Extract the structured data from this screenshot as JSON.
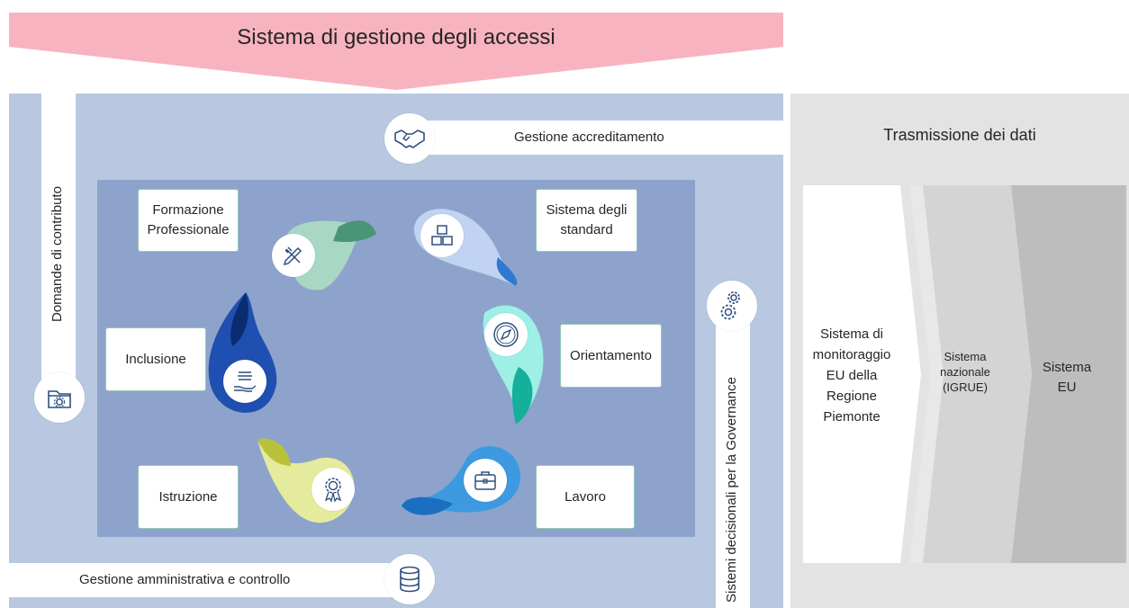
{
  "banner": {
    "title": "Sistema di gestione degli accessi"
  },
  "strips": {
    "accreditamento": "Gestione accreditamento",
    "amministrativa": "Gestione amministrativa e controllo",
    "domande": "Domande di contributo",
    "governance": "Sistemi decisionali per la Governance"
  },
  "areas": {
    "formazione": "Formazione Professionale",
    "standard": "Sistema degli standard",
    "orientamento": "Orientamento",
    "lavoro": "Lavoro",
    "istruzione": "Istruzione",
    "inclusione": "Inclusione"
  },
  "transmission": {
    "title": "Trasmissione dei dati",
    "regione": "Sistema di monitoraggio EU della Regione Piemonte",
    "nazionale": "Sistema nazionale (IGRUE)",
    "eu": "Sistema EU"
  },
  "colors": {
    "banner": "#f8b3c0",
    "main_bg": "#b8c8e0",
    "inner_bg": "#8da3cc",
    "right_bg": "#e3e3e3",
    "formazione_drop": "#a8d8c3",
    "standard_drop": "#c0d4f2",
    "orientamento_drop": "#9ef0e6",
    "lavoro_drop": "#3d9ae0",
    "istruzione_drop": "#e4eb9c",
    "inclusione_drop": "#1f4fb0"
  },
  "icons": [
    "handshake-icon",
    "folder-gear-icon",
    "database-icon",
    "gears-icon",
    "pencil-ruler-icon",
    "cubes-icon",
    "compass-icon",
    "briefcase-icon",
    "award-icon",
    "hand-stack-icon"
  ]
}
